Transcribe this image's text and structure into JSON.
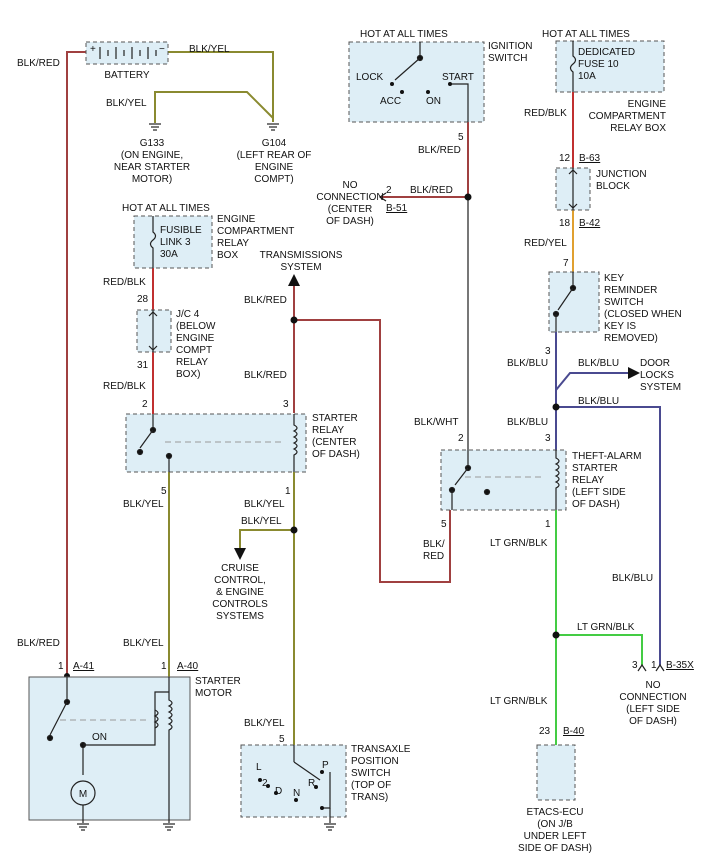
{
  "colors": {
    "blk_red": "#a04040",
    "blk_yel": "#8a8a30",
    "red_blk": "#c03030",
    "red_yel": "#e0a030",
    "blk_blu": "#4a4a90",
    "blk_wht": "#777777",
    "lt_grn_blk": "#44cc44",
    "black": "#222222",
    "box_fill": "#deeef6"
  },
  "components": {
    "battery": "BATTERY",
    "g133": [
      "G133",
      "(ON ENGINE,",
      "NEAR STARTER",
      "MOTOR)"
    ],
    "g104": [
      "G104",
      "(LEFT REAR OF",
      "ENGINE",
      "COMPT)"
    ],
    "fusible_link": [
      "FUSIBLE",
      "LINK 3",
      "30A"
    ],
    "fusible_link_loc": [
      "ENGINE",
      "COMPARTMENT",
      "RELAY",
      "BOX"
    ],
    "jc4": [
      "J/C 4",
      "(BELOW",
      "ENGINE",
      "COMPT",
      "RELAY",
      "BOX)"
    ],
    "starter_relay": [
      "STARTER",
      "RELAY",
      "(CENTER",
      "OF DASH)"
    ],
    "starter_motor": [
      "STARTER",
      "MOTOR"
    ],
    "transaxle": [
      "TRANSAXLE",
      "POSITION",
      "SWITCH",
      "(TOP OF",
      "TRANS)"
    ],
    "cruise": [
      "CRUISE",
      "CONTROL,",
      "& ENGINE",
      "CONTROLS",
      "SYSTEMS"
    ],
    "transmissions": [
      "TRANSMISSIONS",
      "SYSTEM"
    ],
    "ignition_switch": [
      "IGNITION",
      "SWITCH"
    ],
    "no_connection_center": [
      "NO",
      "CONNECTION",
      "(CENTER",
      "OF DASH)"
    ],
    "dedicated_fuse": [
      "DEDICATED",
      "FUSE 10",
      "10A"
    ],
    "fuse_loc": [
      "ENGINE",
      "COMPARTMENT",
      "RELAY BOX"
    ],
    "junction_block": [
      "JUNCTION",
      "BLOCK"
    ],
    "key_reminder": [
      "KEY",
      "REMINDER",
      "SWITCH",
      "(CLOSED WHEN",
      "KEY IS",
      "REMOVED)"
    ],
    "door_locks": [
      "DOOR",
      "LOCKS",
      "SYSTEM"
    ],
    "theft_alarm": [
      "THEFT-ALARM",
      "STARTER",
      "RELAY",
      "(LEFT SIDE",
      "OF DASH)"
    ],
    "no_connection_left": [
      "NO",
      "CONNECTION",
      "(LEFT SIDE",
      "OF DASH)"
    ],
    "etacs": [
      "ETACS-ECU",
      "(ON J/B",
      "UNDER LEFT",
      "SIDE OF DASH)"
    ]
  },
  "hot_labels": {
    "left": "HOT AT ALL TIMES",
    "ignition": "HOT AT ALL TIMES",
    "fuse": "HOT AT ALL TIMES"
  },
  "ignition_positions": {
    "lock": "LOCK",
    "acc": "ACC",
    "on": "ON",
    "start": "START"
  },
  "motor": {
    "on": "ON",
    "m": "M"
  },
  "gear_positions": {
    "l": "L",
    "two": "2",
    "d": "D",
    "n": "N",
    "r": "R",
    "p": "P"
  },
  "wires": {
    "blk_red_left": "BLK/RED",
    "blk_yel_batt": "BLK/YEL",
    "blk_yel_ground": "BLK/YEL",
    "red_blk_fl": "RED/BLK",
    "red_blk_jc": "RED/BLK",
    "blk_red_relay": "BLK/RED",
    "blk_red_trans": "BLK/RED",
    "blk_yel_5": "BLK/YEL",
    "blk_yel_1": "BLK/YEL",
    "blk_yel_cruise": "BLK/YEL",
    "blk_red_motor": "BLK/RED",
    "blk_yel_motor": "BLK/YEL",
    "blk_yel_trans": "BLK/YEL",
    "blk_red_ign": "BLK/RED",
    "blk_red_nc": "BLK/RED",
    "blk_wht": "BLK/WHT",
    "blk_red_theft": [
      "BLK/",
      "RED"
    ],
    "red_blk_fuse": "RED/BLK",
    "red_yel": "RED/YEL",
    "blk_blu_key": "BLK/BLU",
    "blk_blu_door": "BLK/BLU",
    "blk_blu_right": "BLK/BLU",
    "blk_blu_3": "BLK/BLU",
    "blk_blu_down": "BLK/BLU",
    "lt_grn_blk_1": "LT GRN/BLK",
    "lt_grn_blk_2": "LT GRN/BLK",
    "lt_grn_blk_3": "LT GRN/BLK"
  },
  "pins": {
    "jc_28": "28",
    "jc_31": "31",
    "sr_2": "2",
    "sr_3": "3",
    "sr_5": "5",
    "sr_1": "1",
    "sm_1a": "1",
    "sm_1b": "1",
    "tp_5": "5",
    "ign_5": "5",
    "nc_2": "2",
    "jb_12": "12",
    "jb_18": "18",
    "kr_7": "7",
    "kr_3": "3",
    "ta_2": "2",
    "ta_3": "3",
    "ta_5": "5",
    "ta_1": "1",
    "nc_3": "3",
    "nc_1": "1",
    "ecu_23": "23"
  },
  "connectors": {
    "a41": "A-41",
    "a40": "A-40",
    "b51": "B-51",
    "b63": "B-63",
    "b42": "B-42",
    "b35x": "B-35X",
    "b40": "B-40"
  }
}
